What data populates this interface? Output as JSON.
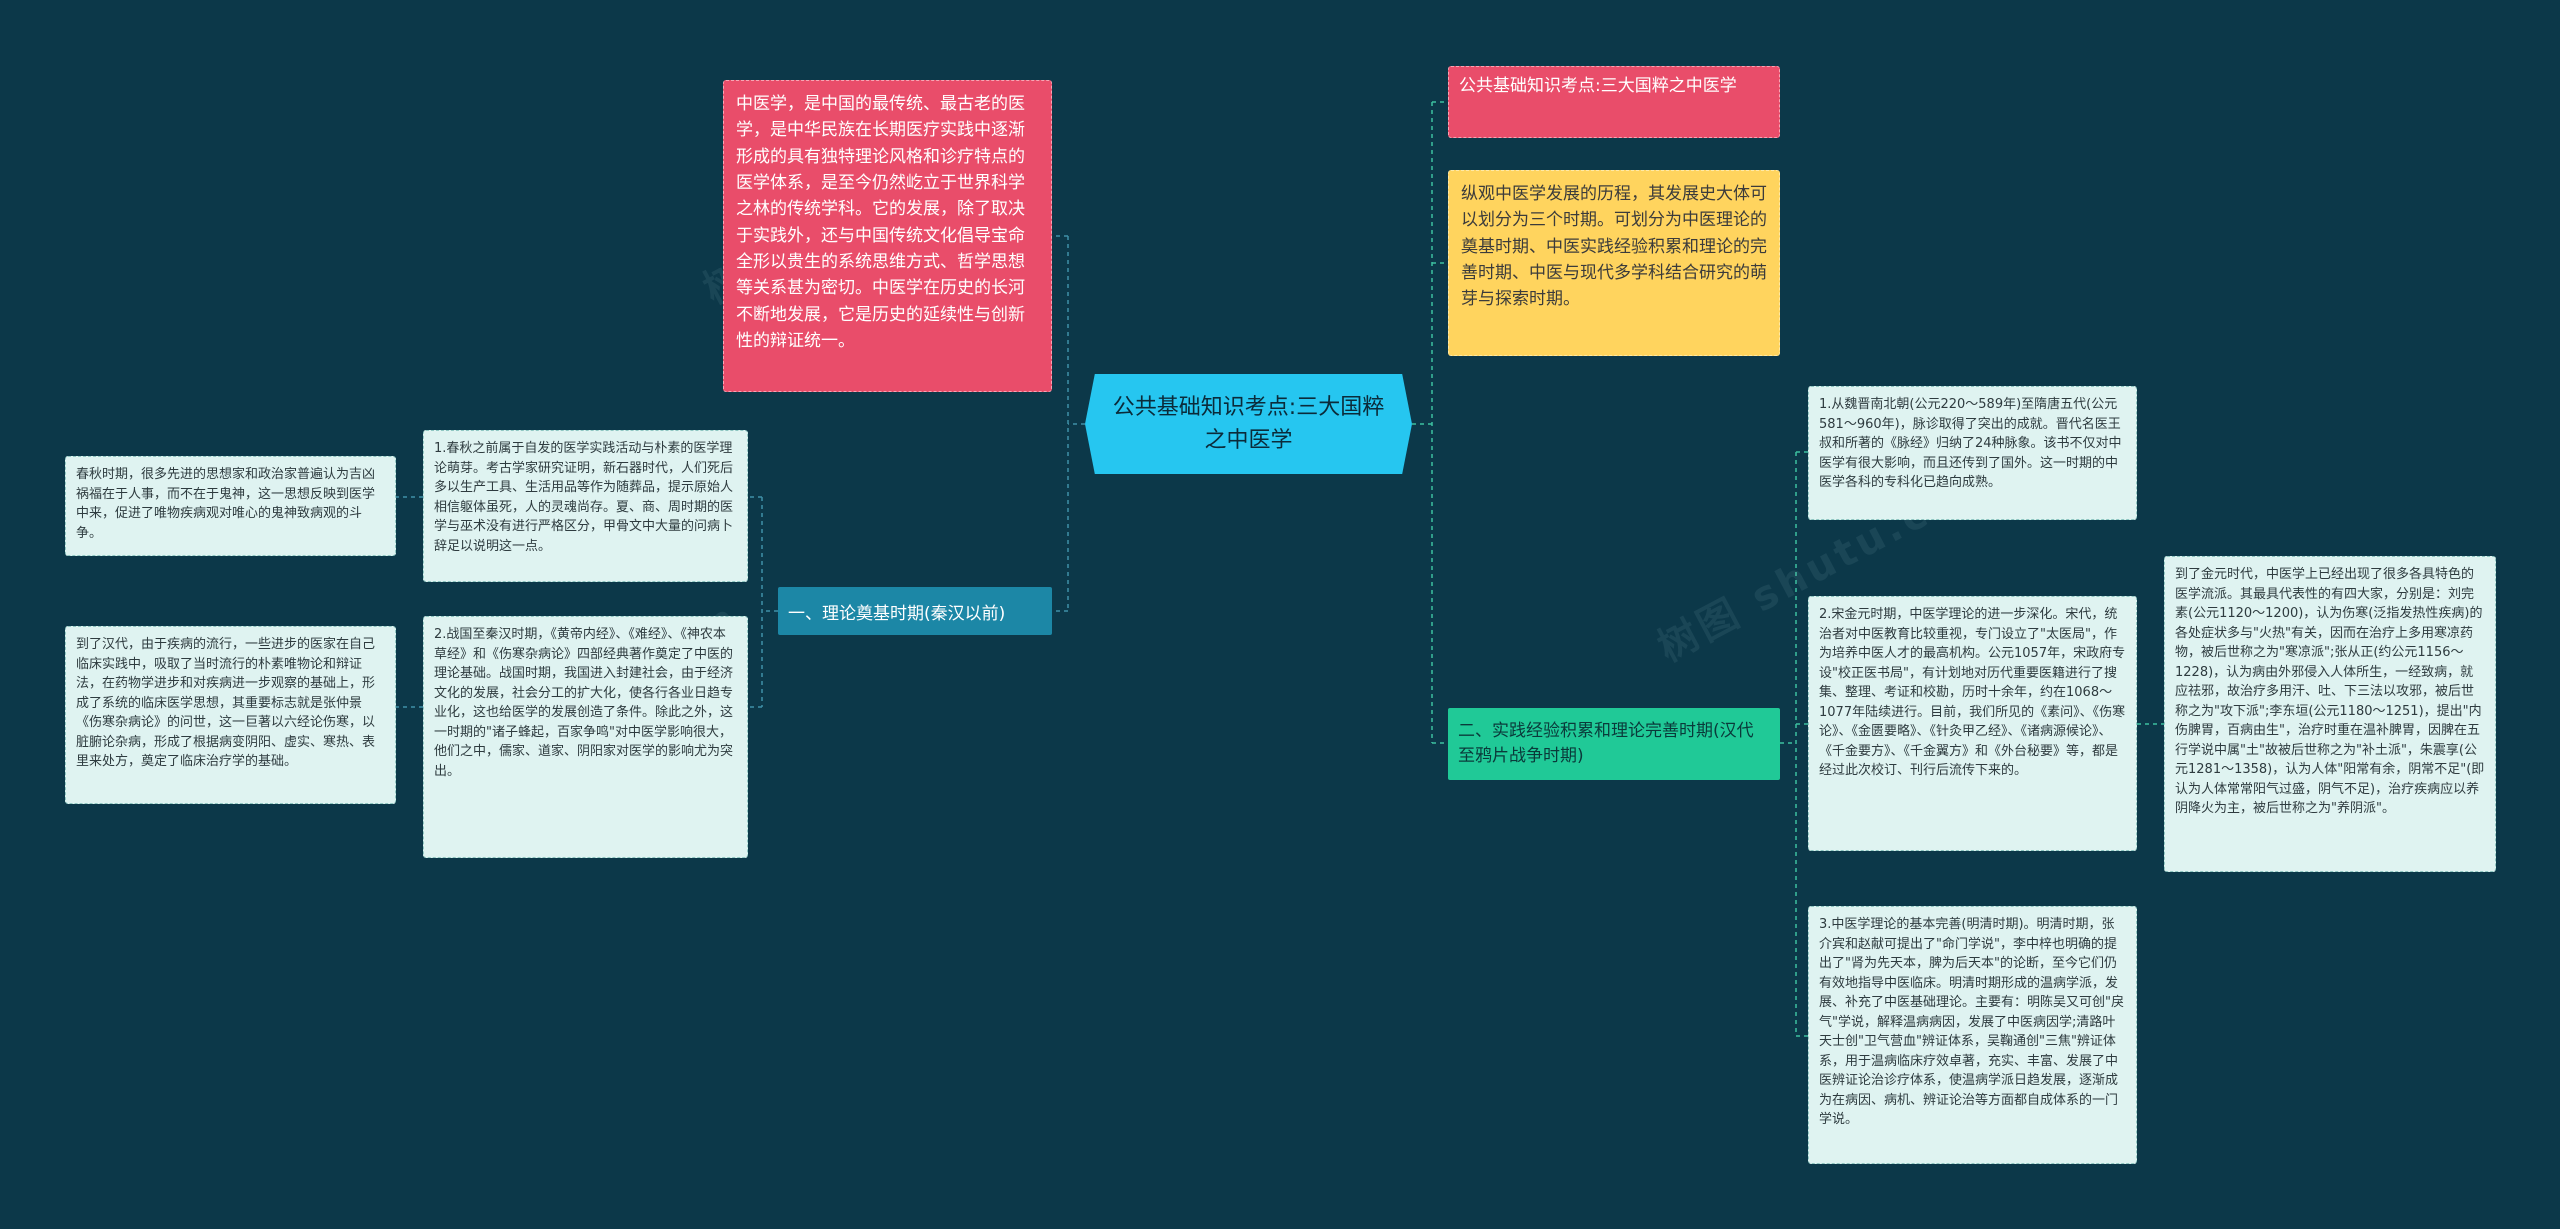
{
  "center": {
    "title": "公共基础知识考点:三大国粹之中医学"
  },
  "left": {
    "intro": "中医学，是中国的最传统、最古老的医学，是中华民族在长期医疗实践中逐渐形成的具有独特理论风格和诊疗特点的医学体系，是至今仍然屹立于世界科学之林的传统学科。它的发展，除了取决于实践外，还与中国传统文化倡导宝命全形以贵生的系统思维方式、哲学思想等关系甚为密切。中医学在历史的长河不断地发展，它是历史的延续性与创新性的辩证统一。",
    "branch1": {
      "label": "一、理论奠基时期(秦汉以前)",
      "item1": "1.春秋之前属于自发的医学实践活动与朴素的医学理论萌芽。考古学家研究证明，新石器时代，人们死后多以生产工具、生活用品等作为随葬品，提示原始人相信躯体虽死，人的灵魂尚存。夏、商、周时期的医学与巫术没有进行严格区分，甲骨文中大量的问病卜辞足以说明这一点。",
      "item1_note": "春秋时期，很多先进的思想家和政治家普遍认为吉凶祸福在于人事，而不在于鬼神，这一思想反映到医学中来，促进了唯物疾病观对唯心的鬼神致病观的斗争。",
      "item2": "2.战国至秦汉时期，《黄帝内经》、《难经》、《神农本草经》和《伤寒杂病论》四部经典著作奠定了中医的理论基础。战国时期，我国进入封建社会，由于经济文化的发展，社会分工的扩大化，使各行各业日趋专业化，这也给医学的发展创造了条件。除此之外，这一时期的\"诸子蜂起，百家争鸣\"对中医学影响很大，他们之中，儒家、道家、阴阳家对医学的影响尤为突出。",
      "item2_note": "到了汉代，由于疾病的流行，一些进步的医家在自己临床实践中，吸取了当时流行的朴素唯物论和辩证法，在药物学进步和对疾病进一步观察的基础上，形成了系统的临床医学思想，其重要标志就是张仲景《伤寒杂病论》的问世，这一巨著以六经论伤寒，以脏腑论杂病，形成了根据病变阴阳、虚实、寒热、表里来处方，奠定了临床治疗学的基础。"
    }
  },
  "right": {
    "title_tag": "公共基础知识考点:三大国粹之中医学",
    "overview": "纵观中医学发展的历程，其发展史大体可以划分为三个时期。可划分为中医理论的奠基时期、中医实践经验积累和理论的完善时期、中医与现代多学科结合研究的萌芽与探索时期。",
    "branch2": {
      "label": "二、实践经验积累和理论完善时期(汉代至鸦片战争时期)",
      "item1": "1.从魏晋南北朝(公元220～589年)至隋唐五代(公元581～960年)，脉诊取得了突出的成就。晋代名医王叔和所著的《脉经》归纳了24种脉象。该书不仅对中医学有很大影响，而且还传到了国外。这一时期的中医学各科的专科化已趋向成熟。",
      "item2": "2.宋金元时期，中医学理论的进一步深化。宋代，统治者对中医教育比较重视，专门设立了\"太医局\"，作为培养中医人才的最高机构。公元1057年，宋政府专设\"校正医书局\"，有计划地对历代重要医籍进行了搜集、整理、考证和校勘，历时十余年，约在1068～1077年陆续进行。目前，我们所见的《素问》、《伤寒论》、《金匮要略》、《针灸甲乙经》、《诸病源候论》、《千金要方》、《千金翼方》和《外台秘要》等，都是经过此次校订、刊行后流传下来的。",
      "item2_note": "到了金元时代，中医学上已经出现了很多各具特色的医学流派。其最具代表性的有四大家，分别是：刘完素(公元1120～1200)，认为伤寒(泛指发热性疾病)的各处症状多与\"火热\"有关，因而在治疗上多用寒凉药物，被后世称之为\"寒凉派\";张从正(约公元1156～1228)，认为病由外邪侵入人体所生，一经致病，就应祛邪，故治疗多用汗、吐、下三法以攻邪，被后世称之为\"攻下派\";李东垣(公元1180～1251)，提出\"内伤脾胃，百病由生\"，治疗时重在温补脾胃，因脾在五行学说中属\"土\"故被后世称之为\"补土派\"，朱震享(公元1281～1358)，认为人体\"阳常有余，阴常不足\"(即认为人体常常阳气过盛，阴气不足)，治疗疾病应以养阴降火为主，被后世称之为\"养阴派\"。",
      "item3": "3.中医学理论的基本完善(明清时期)。明清时期，张介宾和赵献可提出了\"命门学说\"，李中梓也明确的提出了\"肾为先天本，脾为后天本\"的论断，至今它们仍有效地指导中医临床。明清时期形成的温病学派，发展、补充了中医基础理论。主要有：明陈吴又可创\"戾气\"学说，解释温病病因，发展了中医病因学;清路叶天士创\"卫气营血\"辨证体系，吴鞠通创\"三焦\"辨证体系，用于温病临床疗效卓著，充实、丰富、发展了中医辨证论治诊疗体系，使温病学派日趋发展，逐渐成为在病因、病机、辨证论治等方面都自成体系的一门学说。"
    }
  },
  "colors": {
    "background": "#0c3849",
    "center": "#26c6f0",
    "pink": "#e94d6a",
    "yellow": "#ffd45e",
    "teal_branch": "#1c87a6",
    "green_branch": "#20c997",
    "light_box": "#dff3f1"
  }
}
